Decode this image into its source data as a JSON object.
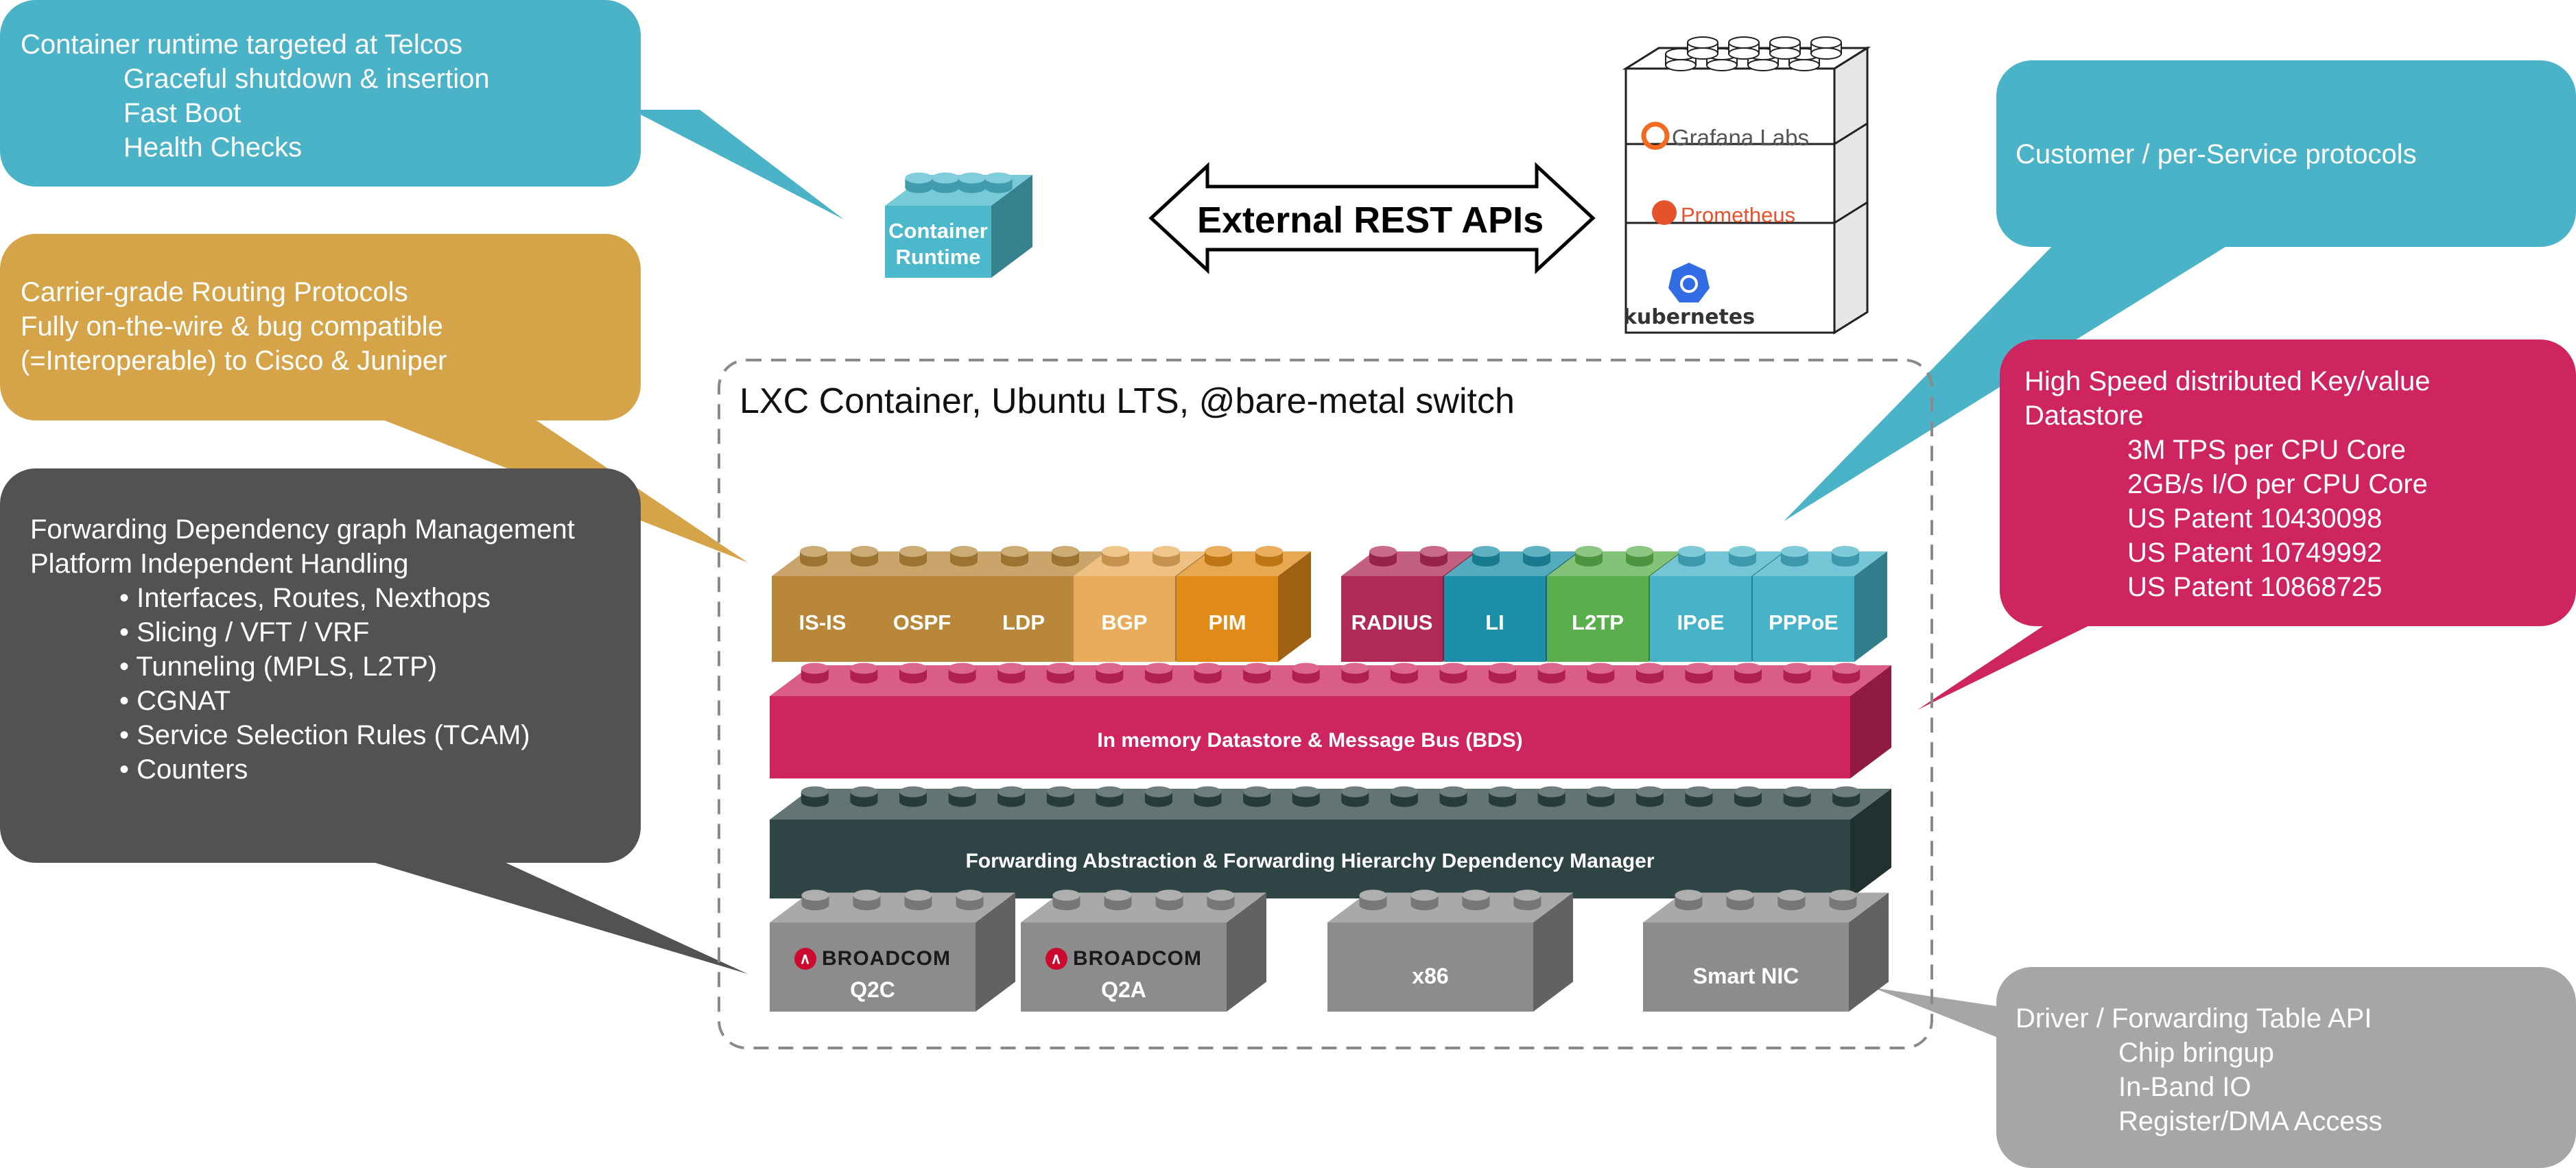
{
  "callouts": {
    "container_runtime": {
      "title": "Container runtime targeted at Telcos",
      "items": [
        "Graceful shutdown & insertion",
        "Fast Boot",
        "Health Checks"
      ]
    },
    "routing": {
      "lines": [
        "Carrier-grade Routing Protocols",
        "Fully on-the-wire & bug compatible",
        "(=Interoperable) to Cisco & Juniper"
      ]
    },
    "forwarding": {
      "lines": [
        "Forwarding Dependency graph Management",
        "Platform Independent Handling"
      ],
      "items": [
        "Interfaces, Routes, Nexthops",
        "Slicing / VFT /  VRF",
        "Tunneling (MPLS, L2TP)",
        "CGNAT",
        "Service Selection Rules  (TCAM)",
        "Counters"
      ]
    },
    "customer": {
      "text": "Customer / per-Service protocols"
    },
    "datastore": {
      "lines": [
        "High Speed distributed Key/value",
        "Datastore"
      ],
      "items": [
        "3M TPS per CPU Core",
        "2GB/s I/O per CPU Core",
        "US Patent 10430098",
        "US Patent 10749992",
        "US Patent 10868725"
      ]
    },
    "driver": {
      "title": "Driver / Forwarding Table API",
      "items": [
        "Chip bringup",
        "In-Band IO",
        "Register/DMA Access"
      ]
    }
  },
  "container_runtime_brick": {
    "line1": "Container",
    "line2": "Runtime"
  },
  "external_api": {
    "label": "External REST APIs"
  },
  "monitoring_stack": {
    "grafana": "Grafana Labs",
    "prometheus": "Prometheus",
    "kubernetes": "kubernetes"
  },
  "lxc": {
    "title": "LXC Container, Ubuntu LTS, @bare-metal switch"
  },
  "protocols": [
    "IS-IS",
    "OSPF",
    "LDP",
    "BGP",
    "PIM"
  ],
  "services": [
    "RADIUS",
    "LI",
    "L2TP",
    "IPoE",
    "PPPoE"
  ],
  "bds": {
    "label": "In memory Datastore & Message Bus (BDS)"
  },
  "fib": {
    "label": "Forwarding Abstraction & Forwarding Hierarchy Dependency Manager"
  },
  "hardware": {
    "vendor": "BROADCOM",
    "chips": [
      "Q2C",
      "Q2A"
    ],
    "others": [
      "x86",
      "Smart NIC"
    ]
  },
  "colors": {
    "teal": "#4BB3C7",
    "gold": "#D5A449",
    "dark": "#525252",
    "magenta": "#CE2561",
    "gray": "#A6A6A6",
    "fib_dark": "#2F4545",
    "hw_gray": "#8C8C8C",
    "protocol_colors": [
      "#B8873A",
      "#B8873A",
      "#B8873A",
      "#E8AC5A",
      "#E08B18"
    ],
    "service_colors": [
      "#B02A55",
      "#1C8FA8",
      "#5AAE4C",
      "#46B3C8",
      "#46B3C8"
    ]
  }
}
